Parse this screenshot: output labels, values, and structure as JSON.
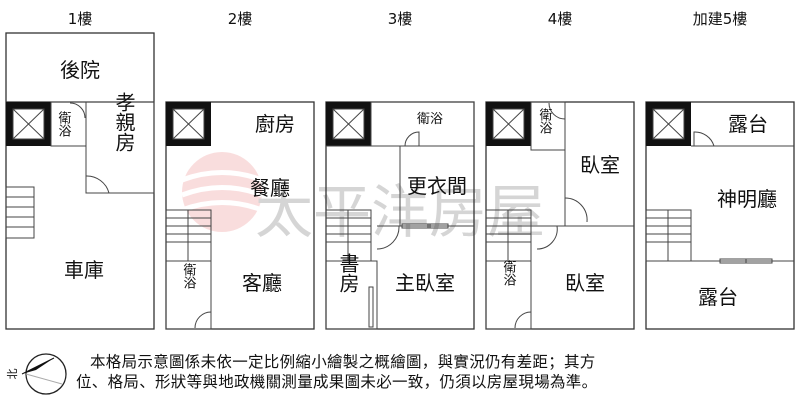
{
  "floors": [
    {
      "title": "1樓",
      "rooms": [
        "後院",
        "衛浴",
        "孝親房",
        "車庫"
      ]
    },
    {
      "title": "2樓",
      "rooms": [
        "廚房",
        "餐廳",
        "衛浴",
        "客廳"
      ]
    },
    {
      "title": "3樓",
      "rooms": [
        "衛浴",
        "更衣間",
        "書房",
        "主臥室"
      ]
    },
    {
      "title": "4樓",
      "rooms": [
        "衛浴",
        "臥室",
        "衛浴",
        "臥室"
      ]
    },
    {
      "title": "加建5樓",
      "rooms": [
        "露台",
        "神明廳",
        "露台"
      ]
    }
  ],
  "watermark": {
    "logo_text": "太平洋房屋",
    "color": "#e05050"
  },
  "disclaimer": {
    "line1": "本格局示意圖係未依一定比例縮小繪製之概繪圖，與實況仍有差距；其方",
    "line2": "位、格局、形狀等與地政機關測量成果圖未必一致，仍須以房屋現場為準。"
  },
  "compass": {
    "label": "北"
  }
}
